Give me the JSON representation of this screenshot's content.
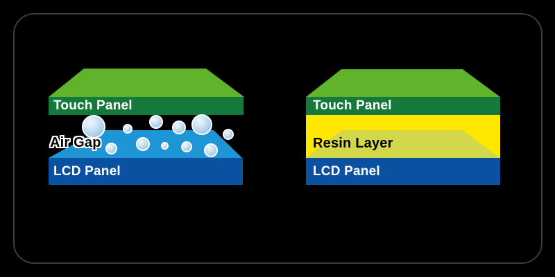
{
  "left_diagram": {
    "touch_panel_label": "Touch Panel",
    "air_gap_label": "Air Gap",
    "lcd_panel_label": "LCD Panel"
  },
  "right_diagram": {
    "touch_panel_label": "Touch Panel",
    "resin_layer_label": "Resin Layer",
    "lcd_panel_label": "LCD Panel"
  },
  "colors": {
    "background": "#000000",
    "frame_border": "#3b3b3b",
    "touch_panel_top_green": "#61b32c",
    "touch_panel_front_green": "#15793c",
    "lcd_top_blue": "#1e95d4",
    "lcd_front_blue": "#0b51a1",
    "resin_yellow": "#ffe700",
    "resin_olive": "#d3d84b",
    "bubble_blue": "#abcfe9",
    "label_white": "#ffffff",
    "label_black": "#000000"
  }
}
